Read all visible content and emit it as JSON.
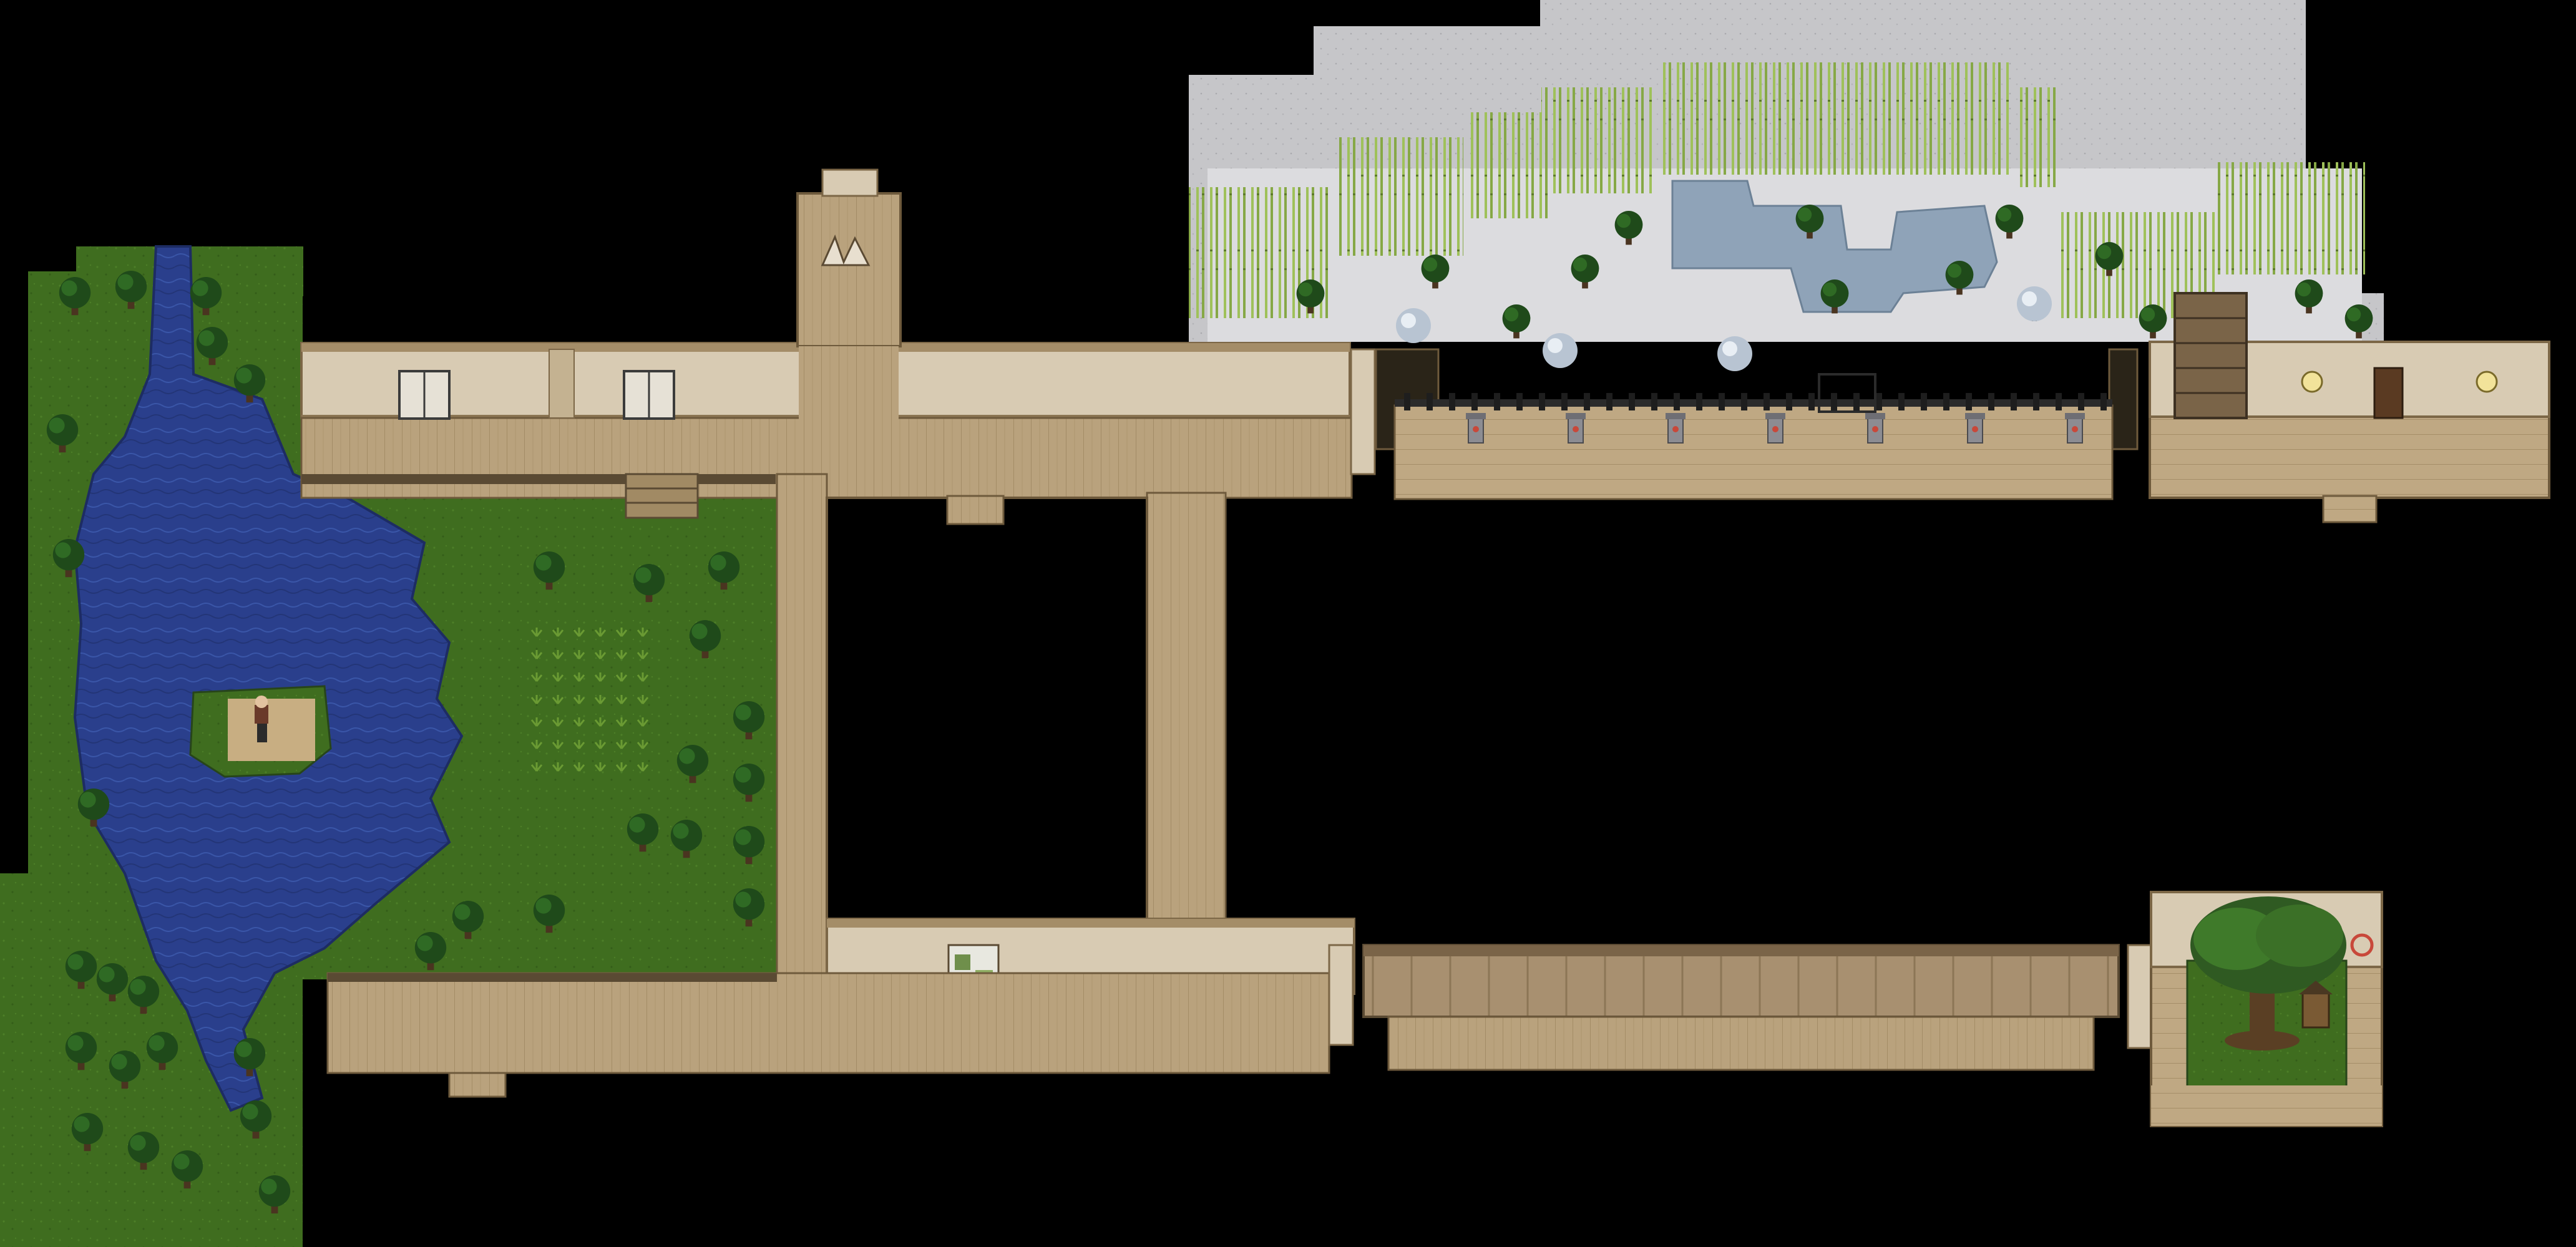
{
  "map": {
    "regions": [
      {
        "id": "pond-garden",
        "kind": "outdoor-grass-with-pond"
      },
      {
        "id": "mansion-corridors",
        "kind": "wooden-floor-corridors"
      },
      {
        "id": "snow-bamboo-courtyard",
        "kind": "snowy-garden-with-bamboo"
      },
      {
        "id": "stone-lantern-veranda",
        "kind": "wooden-veranda-with-fence"
      },
      {
        "id": "east-room",
        "kind": "interior-room"
      },
      {
        "id": "long-covered-bridge",
        "kind": "covered-wooden-walkway"
      },
      {
        "id": "great-tree-shrine",
        "kind": "indoor-garden-with-tree"
      }
    ],
    "colors": {
      "background": "#000000",
      "grass": "#3f6d1f",
      "grass_dark": "#2f5417",
      "water": "#2a3f8c",
      "water_light": "#3a56a8",
      "wood_floor": "#b9a27d",
      "wood_floor_dark": "#9c8560",
      "wall_plaster": "#d8cbb3",
      "wall_trim": "#8a7452",
      "snow": "#c9c9cb",
      "snow_ground": "#dcdcdf",
      "ice_pool": "#8fa3b8",
      "bamboo": "#9fc15a",
      "tree_dark": "#1f4a1a",
      "dirt": "#c8ae82"
    },
    "icons": [
      "tree-icon",
      "bush-icon",
      "door-icon",
      "stairs-icon",
      "lantern-icon",
      "stone-lantern-icon",
      "player-character-icon",
      "great-tree-icon",
      "shrine-icon",
      "snowy-tree-icon",
      "bamboo-icon"
    ]
  }
}
